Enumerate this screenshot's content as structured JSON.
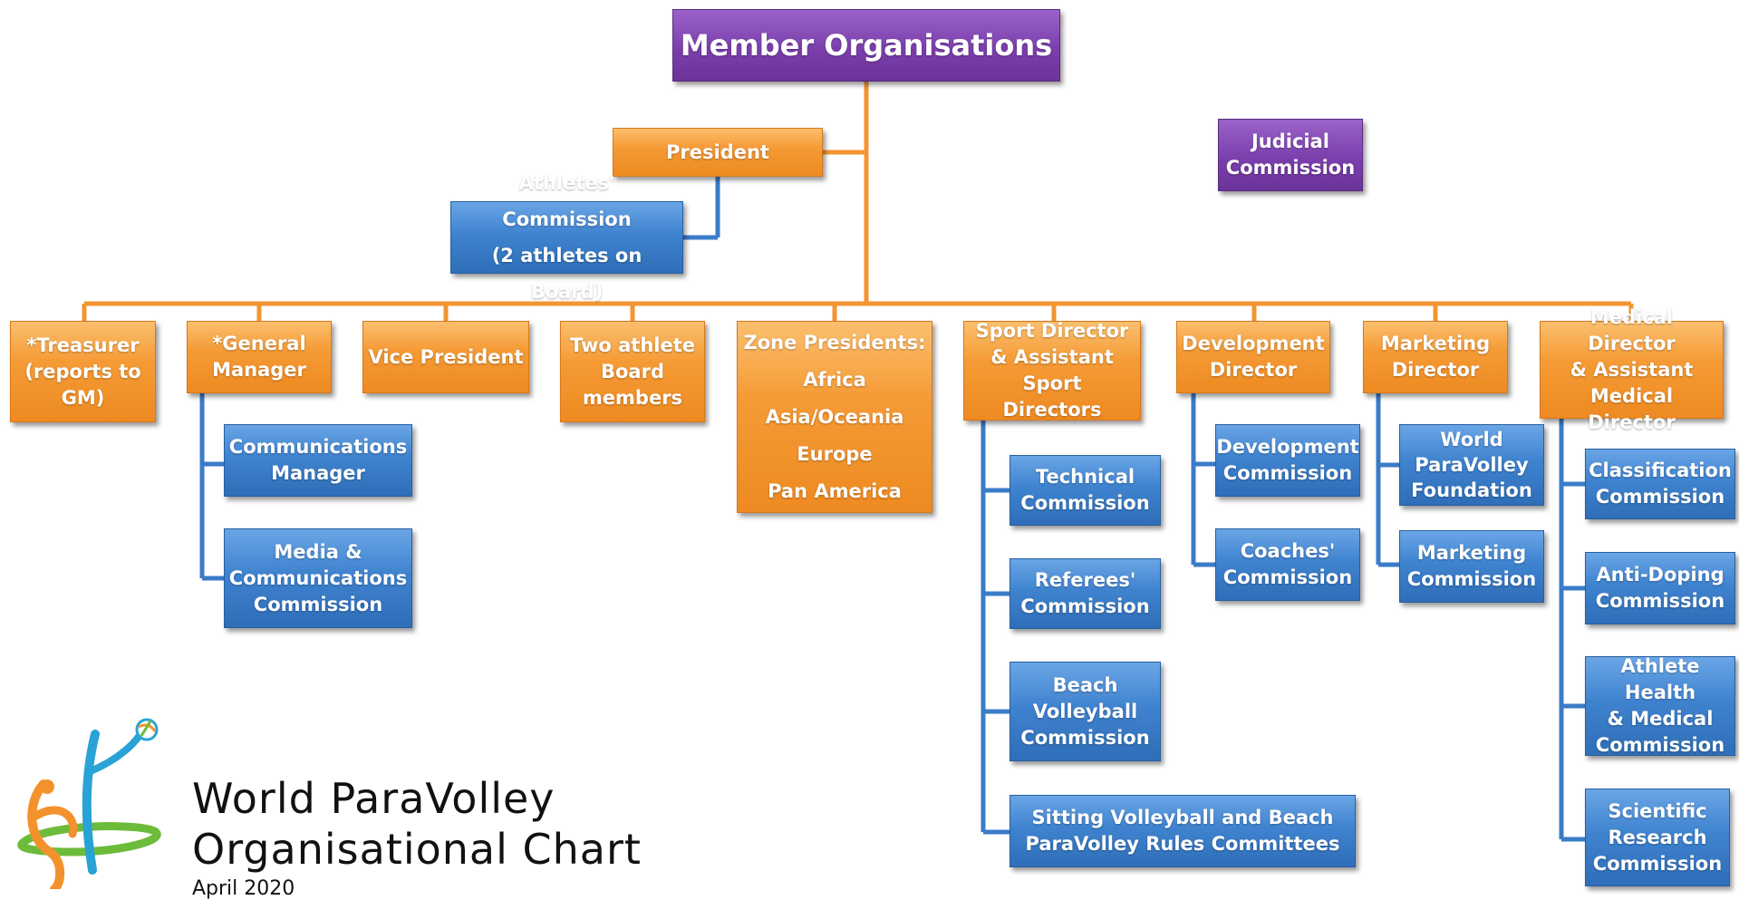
{
  "top": {
    "member_orgs": "Member Organisations",
    "president": "President",
    "judicial": [
      "Judicial",
      "Commission"
    ],
    "athletes_commission": [
      "Athletes' Commission",
      "(2 athletes on Board)"
    ]
  },
  "row": {
    "treasurer": [
      "*Treasurer",
      "(reports to",
      "GM)"
    ],
    "general_manager": [
      "*General",
      "Manager"
    ],
    "vice_president": [
      "Vice President"
    ],
    "two_athlete": [
      "Two athlete",
      "Board",
      "members"
    ],
    "zone_presidents": [
      "Zone Presidents:",
      "Africa",
      "Asia/Oceania",
      "Europe",
      "Pan America"
    ],
    "sport_director": [
      "Sport Director",
      "& Assistant Sport",
      "Directors"
    ],
    "development_director": [
      "Development",
      "Director"
    ],
    "marketing_director": [
      "Marketing",
      "Director"
    ],
    "medical_director": [
      "Medical Director",
      "& Assistant",
      "Medical Director"
    ]
  },
  "gm_children": {
    "comms_manager": [
      "Communications",
      "Manager"
    ],
    "media_commission": [
      "Media &",
      "Communications",
      "Commission"
    ]
  },
  "sport_children": {
    "technical": [
      "Technical",
      "Commission"
    ],
    "referees": [
      "Referees'",
      "Commission"
    ],
    "beach": [
      "Beach",
      "Volleyball",
      "Commission"
    ],
    "rules": [
      "Sitting Volleyball and Beach",
      "ParaVolley Rules Committees"
    ]
  },
  "development_children": {
    "development_commission": [
      "Development",
      "Commission"
    ],
    "coaches": [
      "Coaches'",
      "Commission"
    ]
  },
  "marketing_children": {
    "foundation": [
      "World",
      "ParaVolley",
      "Foundation"
    ],
    "marketing_commission": [
      "Marketing",
      "Commission"
    ]
  },
  "medical_children": {
    "classification": [
      "Classification",
      "Commission"
    ],
    "anti_doping": [
      "Anti-Doping",
      "Commission"
    ],
    "athlete_health": [
      "Athlete Health",
      "& Medical",
      "Commission"
    ],
    "scientific": [
      "Scientific",
      "Research",
      "Commission"
    ]
  },
  "footer": {
    "title_line1": "World ParaVolley",
    "title_line2": "Organisational Chart",
    "date": "April 2020"
  },
  "colors": {
    "orange": "#f39530",
    "blue": "#3a7cc8",
    "purple": "#7b3fac",
    "orange_line": "#f39530",
    "blue_line": "#3a7cc8"
  }
}
